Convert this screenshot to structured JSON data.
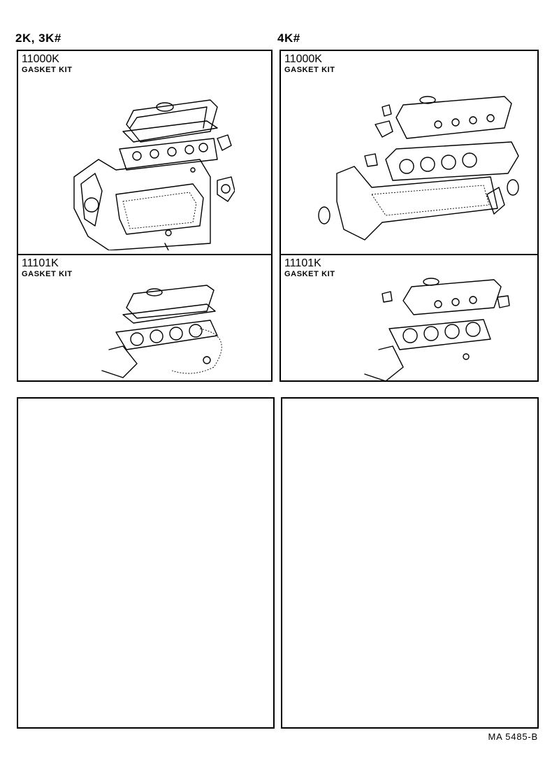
{
  "groups": [
    {
      "heading": "2K, 3K#",
      "kits": [
        {
          "code": "11000K",
          "name": "GASKET KIT"
        },
        {
          "code": "11101K",
          "name": "GASKET KIT"
        }
      ]
    },
    {
      "heading": "4K#",
      "kits": [
        {
          "code": "11000K",
          "name": "GASKET KIT"
        },
        {
          "code": "11101K",
          "name": "GASKET KIT"
        }
      ]
    }
  ],
  "footer": "MA  5485-B"
}
